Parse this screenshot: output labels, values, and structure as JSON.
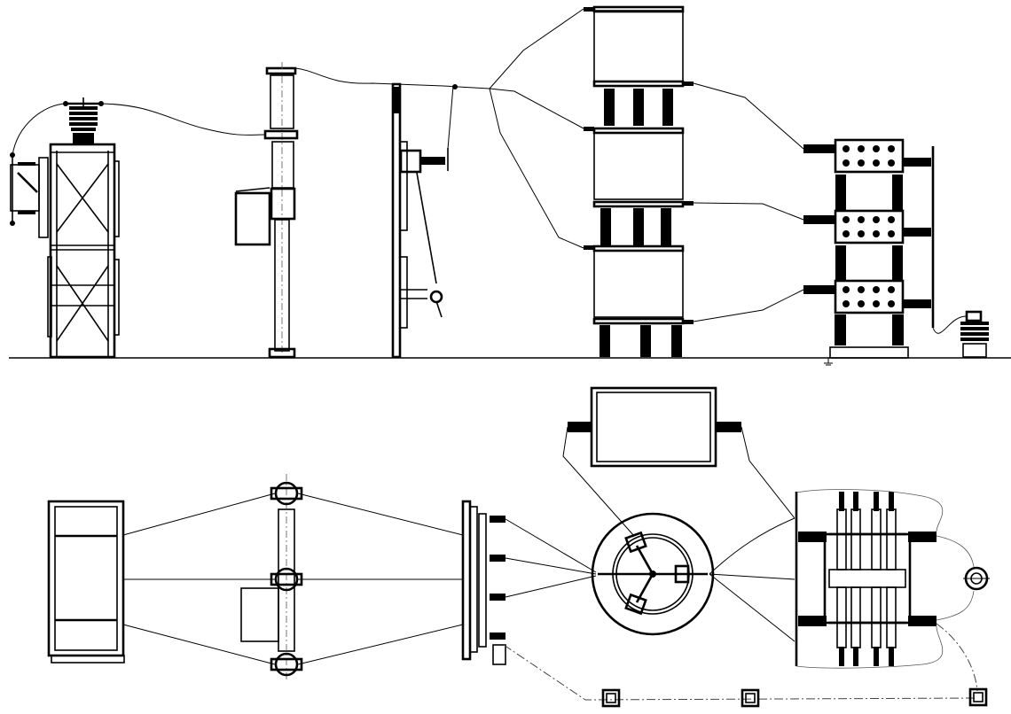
{
  "drawing": {
    "views": [
      "elevation",
      "plan"
    ],
    "colors": {
      "line": "#000000",
      "background": "#ffffff",
      "thin_line": "#555555"
    },
    "elevation_components": [
      "surge-arrester-and-instrument-transformer-on-lattice-frame",
      "post-current-transformer-with-control-box",
      "disconnector-with-operating-rod",
      "stacked-capacitor-tier-column",
      "three-tier-capacitor-rack",
      "neutral-current-transformer"
    ],
    "plan_components": [
      "lattice-frame-plan",
      "current-transformer-plan",
      "disconnector-plan",
      "reactor-enclosure-plan",
      "star-point-ring-plan",
      "capacitor-rack-plan",
      "neutral-ct-plan",
      "grounding-points"
    ]
  }
}
